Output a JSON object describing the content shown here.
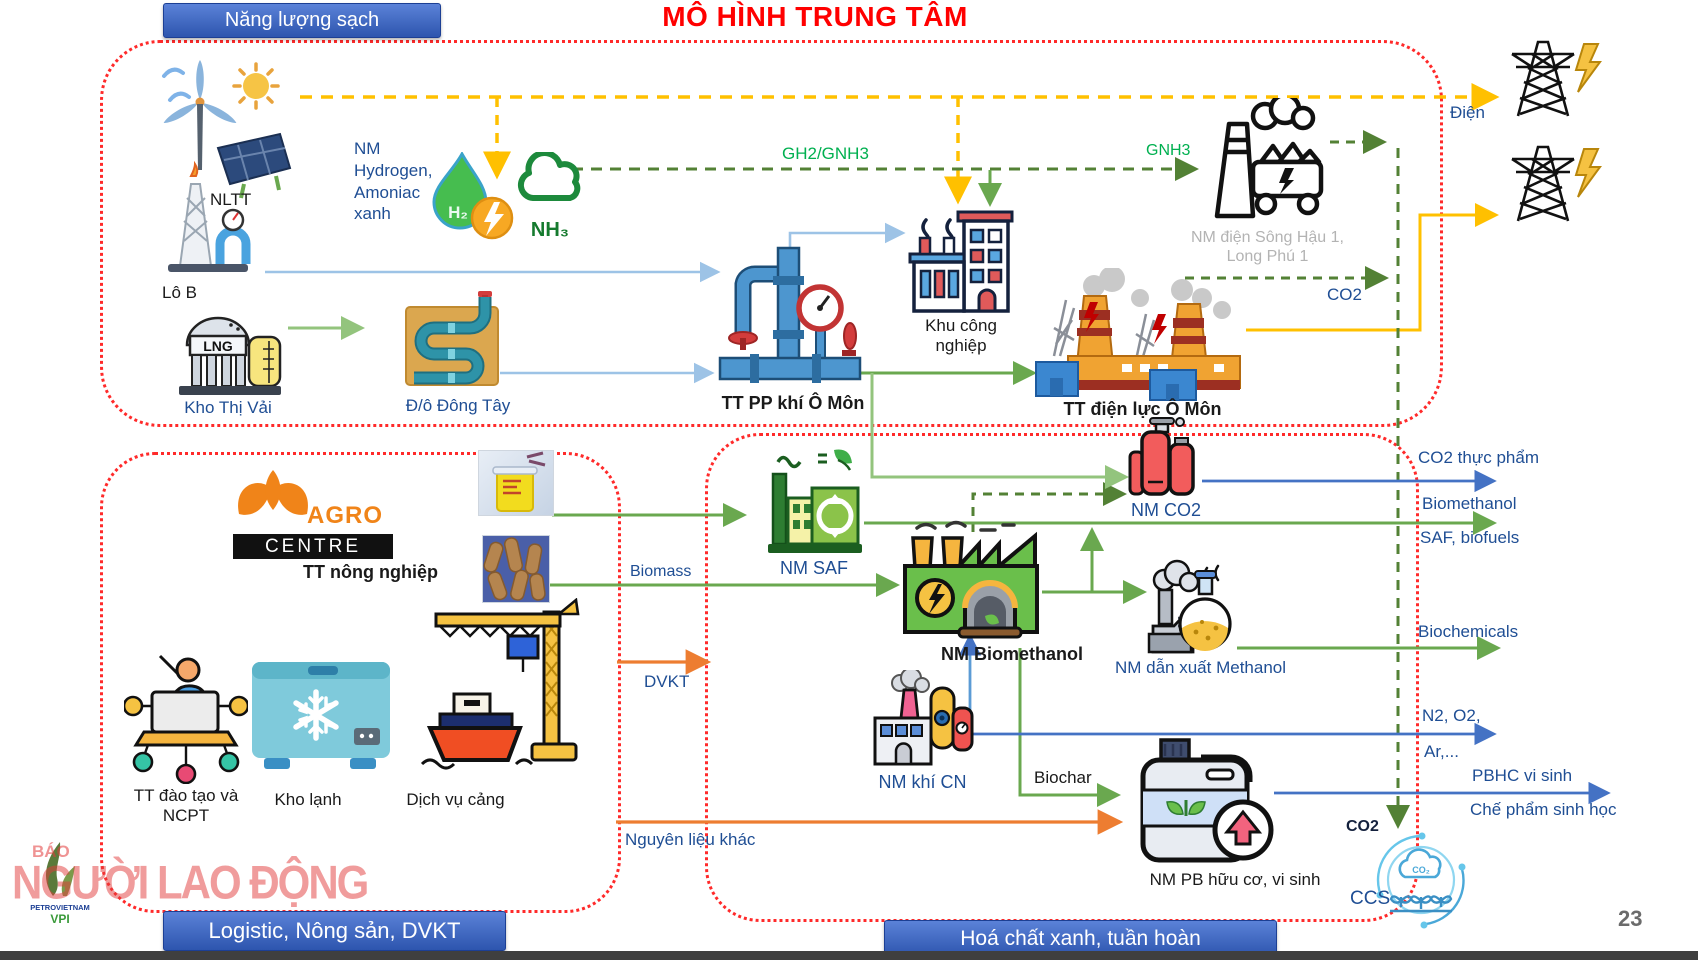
{
  "title": "MÔ HÌNH TRUNG TÂM",
  "page_number": "23",
  "zones": {
    "clean_energy": "Năng lượng sạch",
    "logistics": "Logistic, Nông sản, DVKT",
    "green_chem": "Hoá chất xanh, tuần hoàn"
  },
  "nodes": {
    "nltt": "NLTT",
    "hydrogen_plant": "NM\nHydrogen,\nAmoniac\nxanh",
    "h2_badge": "H₂",
    "nh3_badge": "NH₃",
    "lo_b": "Lô B",
    "kho_thi_vai": "Kho Thị Vải",
    "duong_ong_dong_tay": "Đ/ô Đông Tây",
    "lng_tank": "LNG",
    "tt_pp_khi_o_mon": "TT PP khí Ô Môn",
    "khu_cong_nghiep": "Khu công nghiệp",
    "tt_dien_luc_o_mon": "TT điện lực Ô Môn",
    "nm_dien_song_hau": "NM điện Sông Hậu 1, Long Phú 1",
    "agro_line1": "AGRO",
    "agro_line2": "CENTRE",
    "tt_nong_nghiep": "TT nông nghiệp",
    "tt_dao_tao": "TT đào tạo và NCPT",
    "kho_lanh": "Kho lạnh",
    "dich_vu_cang": "Dịch vụ cảng",
    "nm_saf": "NM SAF",
    "nm_biomethanol": "NM Biomethanol",
    "nm_co2": "NM CO2",
    "nm_dan_xuat_methanol": "NM dẫn xuất Methanol",
    "nm_khi_cn": "NM khí CN",
    "nm_pb_huu_co": "NM PB hữu cơ, vi sinh",
    "ccs": "CCS",
    "ccs_cloud": "CO₂"
  },
  "flows": {
    "gh2_gnh3": "GH2/GNH3",
    "gnh3": "GNH3",
    "dien": "Điện",
    "co2_upper": "CO2",
    "co2_lower": "CO2",
    "biomass": "Biomass",
    "dvkt": "DVKT",
    "nguyen_lieu_khac": "Nguyên liệu khác",
    "biochar": "Biochar"
  },
  "outputs": {
    "co2_thuc_pham": "CO2 thực phẩm",
    "biomethanol": "Biomethanol",
    "saf_biofuels": "SAF, biofuels",
    "biochemicals": "Biochemicals",
    "n2_o2": "N2, O2,",
    "ar": "Ar,...",
    "pbhc_vi_sinh": "PBHC vi sinh",
    "che_pham_sinh_hoc": "Chế phẩm sinh học"
  },
  "branding": {
    "watermark_line1": "BÁO",
    "watermark_line2": "NGƯỜI LAO ĐỘNG",
    "logo_brand": "PETROVIETNAM",
    "logo_sub": "VPI"
  },
  "colors": {
    "banner_blue": "#3d64c4",
    "title_red": "#ff0000",
    "label_navy": "#1f4e94",
    "flow_green": "#00b050",
    "zone_border_red": "#ff2a2a",
    "arrow_yellow": "#ffc000",
    "arrow_green": "#6aa84f",
    "arrow_dark_green": "#538135",
    "arrow_light_blue": "#9dc3e6",
    "arrow_blue": "#4472c4",
    "arrow_orange": "#ed7d31",
    "muted_grey": "#b3b3b3"
  }
}
